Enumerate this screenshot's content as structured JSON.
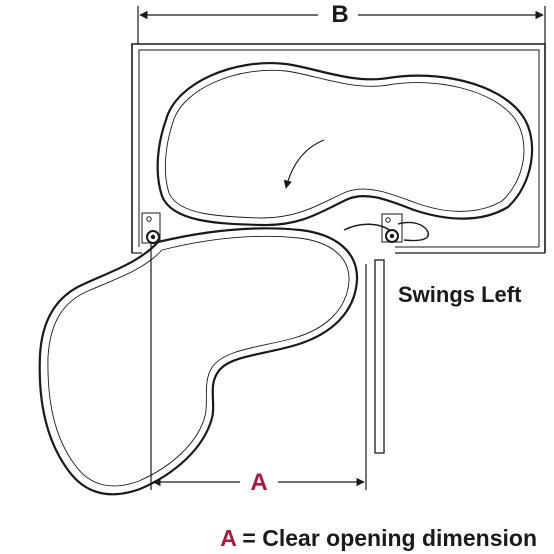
{
  "dimensions": {
    "width_label": "B",
    "opening_label": "A"
  },
  "labels": {
    "swing_direction": "Swings Left"
  },
  "legend": {
    "key": "A",
    "separator": " = ",
    "text": "Clear opening dimension"
  },
  "colors": {
    "line": "#1a1a1a",
    "accent": "#b0163c",
    "gray": "#555555"
  }
}
